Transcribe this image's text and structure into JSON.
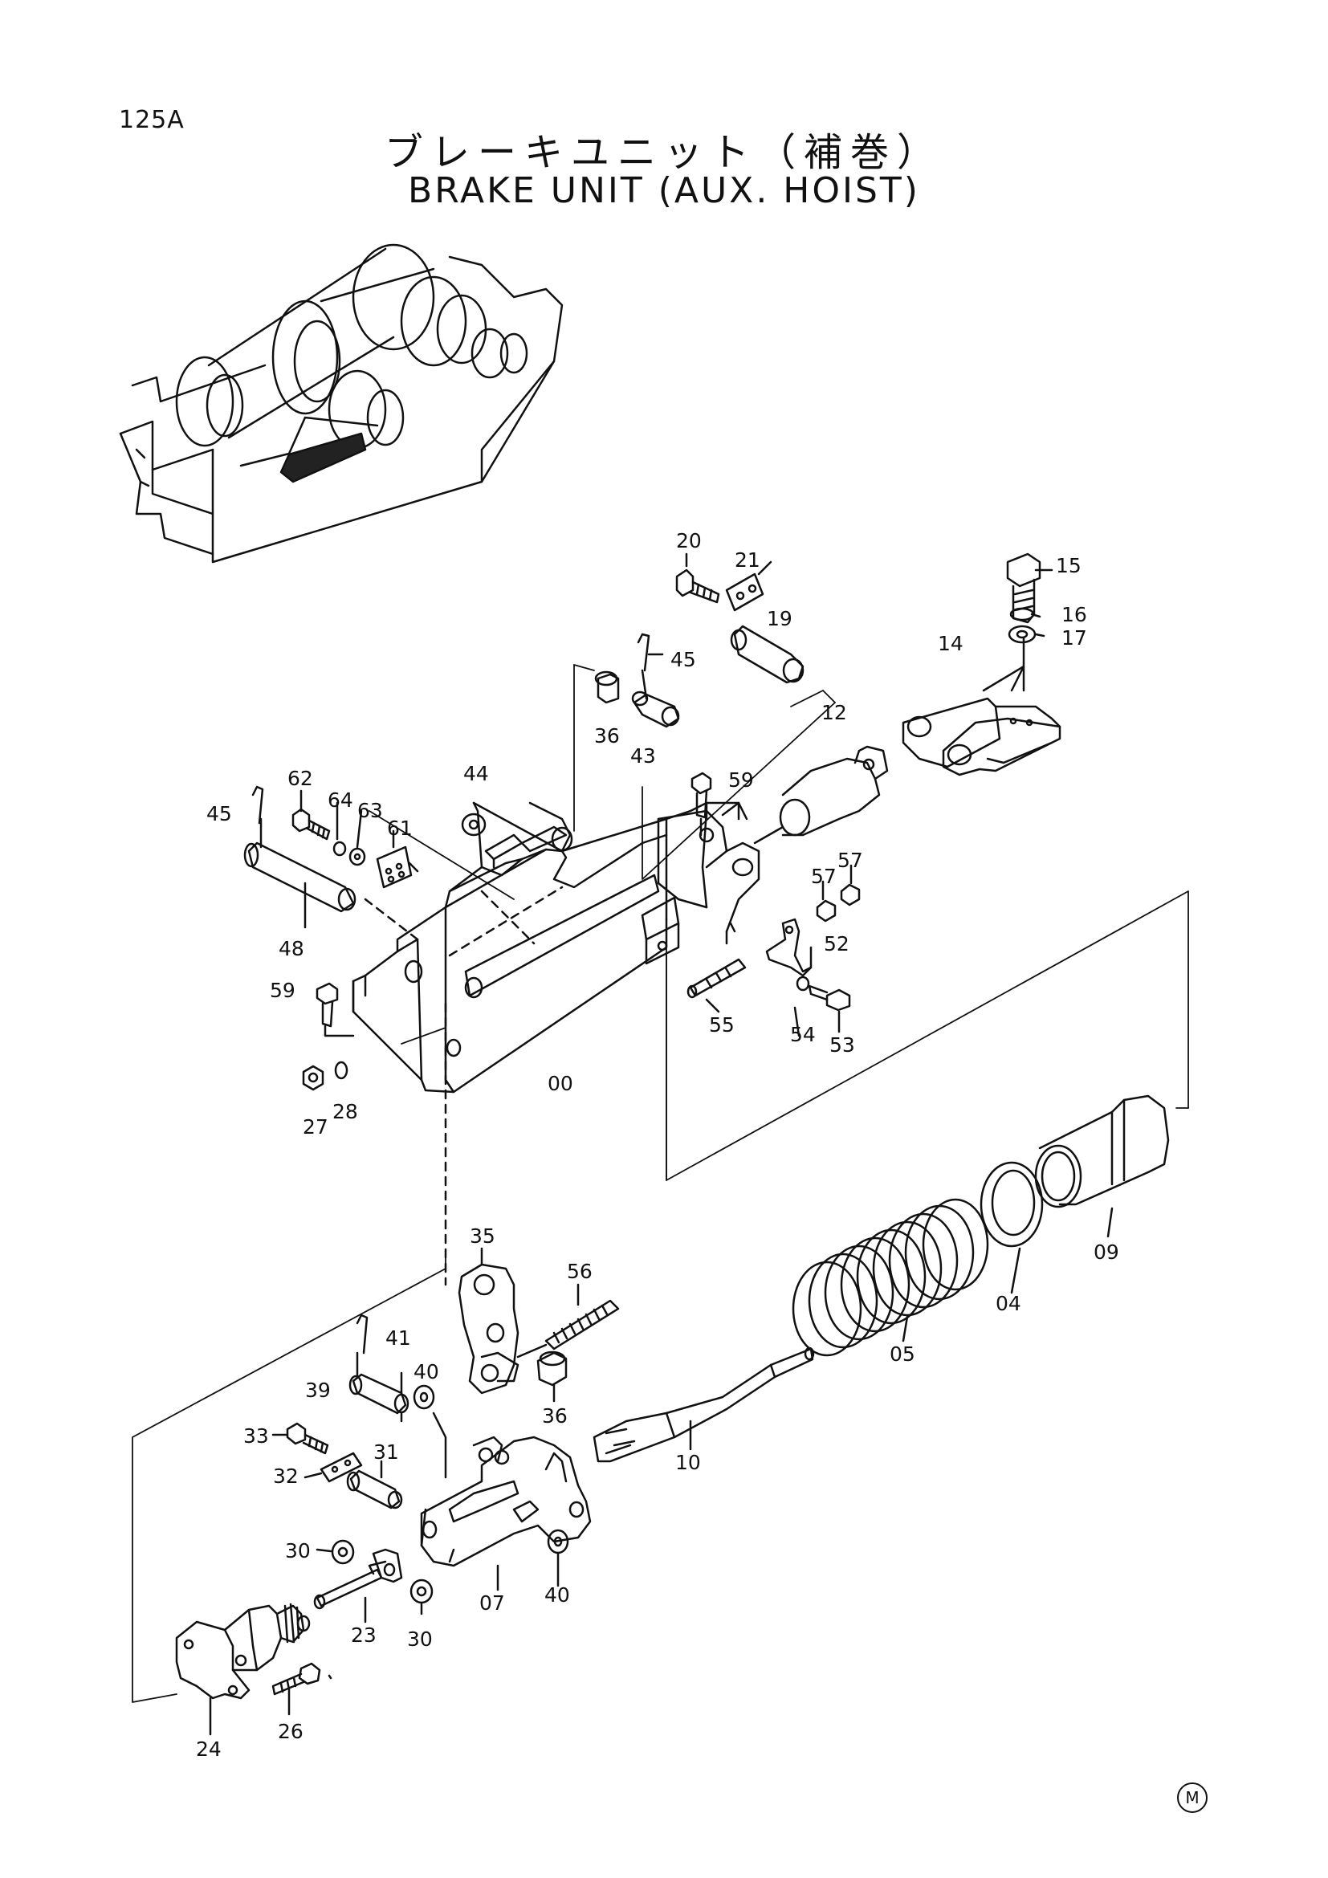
{
  "header": {
    "page_number": "125A",
    "title_jp": "ブレーキユニット（補巻）",
    "title_en": "BRAKE UNIT (AUX. HOIST)"
  },
  "part_labels": [
    "00",
    "04",
    "05",
    "07",
    "09",
    "10",
    "12",
    "14",
    "15",
    "16",
    "17",
    "19",
    "20",
    "21",
    "23",
    "24",
    "26",
    "27",
    "28",
    "30",
    "30",
    "31",
    "32",
    "33",
    "35",
    "36",
    "36",
    "39",
    "40",
    "40",
    "41",
    "43",
    "44",
    "45",
    "45",
    "48",
    "52",
    "53",
    "54",
    "55",
    "56",
    "57",
    "57",
    "59",
    "59",
    "61",
    "62",
    "63",
    "64"
  ],
  "footer": {
    "mark": "M"
  }
}
